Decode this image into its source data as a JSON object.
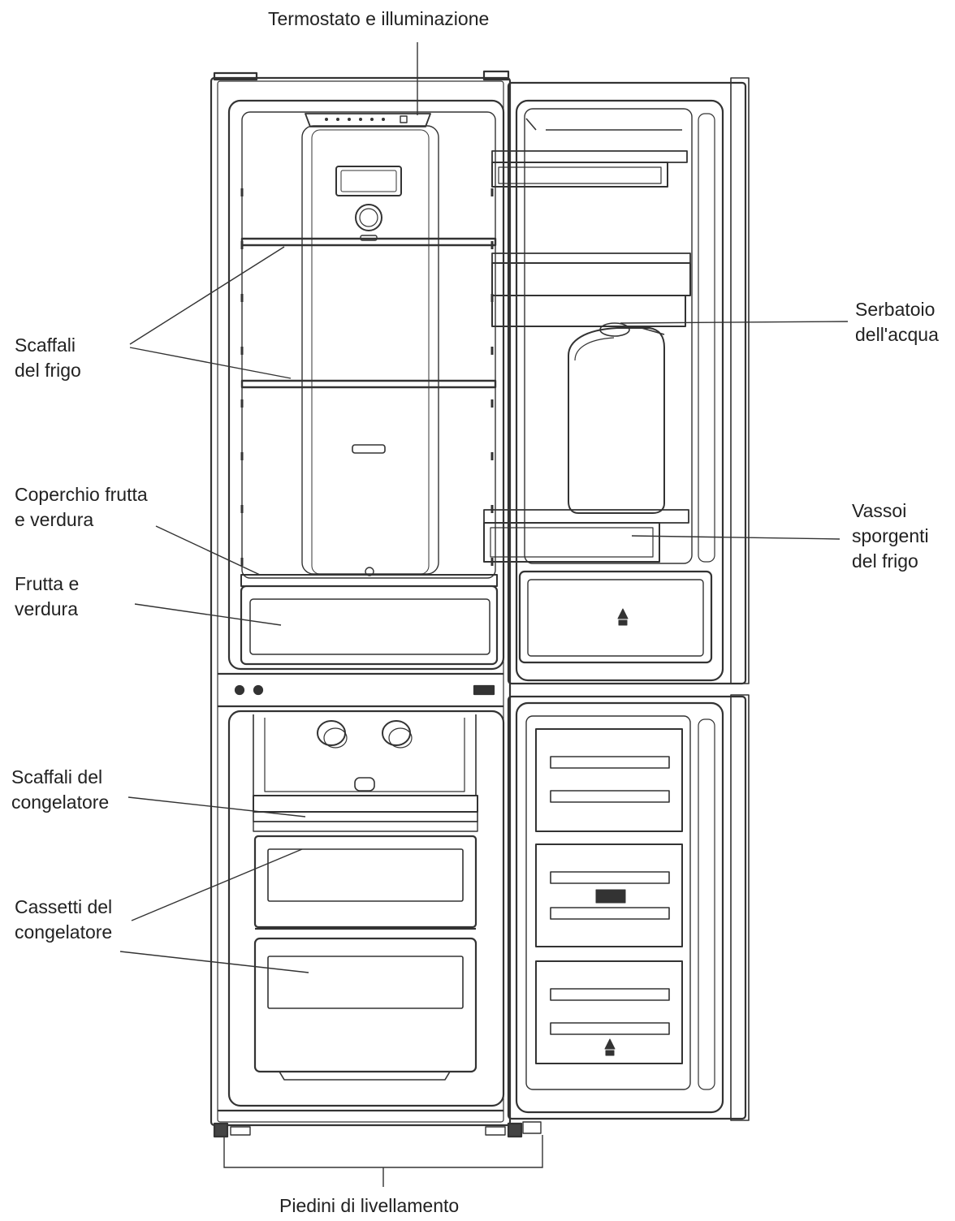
{
  "labels": {
    "thermostat": "Termostato e illuminazione",
    "fridge_shelves": [
      "Scaffali",
      "del frigo"
    ],
    "crisper_cover": [
      "Coperchio frutta",
      "e verdura"
    ],
    "crisper": [
      "Frutta e",
      "verdura"
    ],
    "freezer_shelves": [
      "Scaffali del",
      "congelatore"
    ],
    "freezer_drawers": [
      "Cassetti del",
      "congelatore"
    ],
    "water_tank": [
      "Serbatoio",
      "dell'acqua"
    ],
    "door_trays": [
      "Vassoi",
      "sporgenti",
      "del frigo"
    ],
    "leveling_feet": "Piedini di livellamento"
  },
  "colors": {
    "line": "#333333",
    "text": "#222222",
    "background": "#ffffff"
  }
}
